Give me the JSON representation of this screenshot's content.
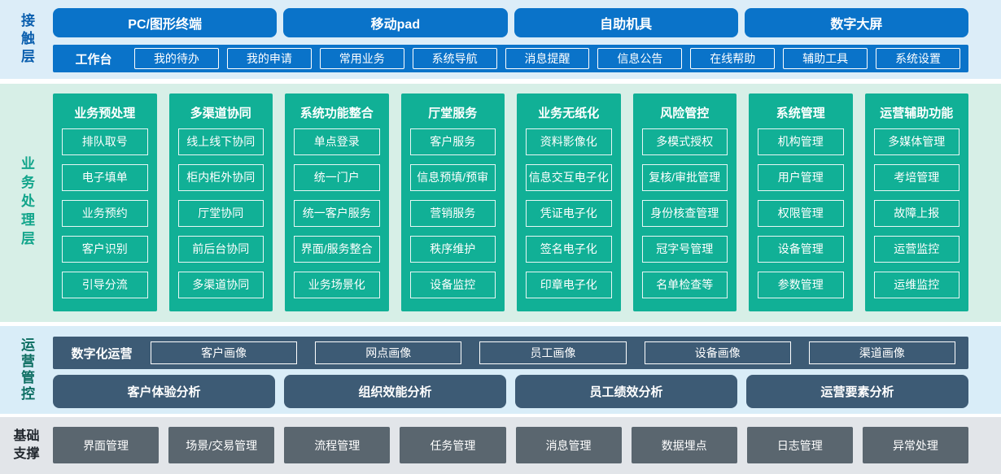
{
  "contact": {
    "label": "接触层",
    "devices": [
      "PC/图形终端",
      "移动pad",
      "自助机具",
      "数字大屏"
    ],
    "workbench": {
      "label": "工作台",
      "items": [
        "我的待办",
        "我的申请",
        "常用业务",
        "系统导航",
        "消息提醒",
        "信息公告",
        "在线帮助",
        "辅助工具",
        "系统设置"
      ]
    }
  },
  "business": {
    "label": "业务处理层",
    "columns": [
      {
        "title": "业务预处理",
        "items": [
          "排队取号",
          "电子填单",
          "业务预约",
          "客户识别",
          "引导分流"
        ]
      },
      {
        "title": "多渠道协同",
        "items": [
          "线上线下协同",
          "柜内柜外协同",
          "厅堂协同",
          "前后台协同",
          "多渠道协同"
        ]
      },
      {
        "title": "系统功能整合",
        "items": [
          "单点登录",
          "统一门户",
          "统一客户服务",
          "界面/服务整合",
          "业务场景化"
        ]
      },
      {
        "title": "厅堂服务",
        "items": [
          "客户服务",
          "信息预填/预审",
          "营销服务",
          "秩序维护",
          "设备监控"
        ]
      },
      {
        "title": "业务无纸化",
        "items": [
          "资料影像化",
          "信息交互电子化",
          "凭证电子化",
          "签名电子化",
          "印章电子化"
        ]
      },
      {
        "title": "风险管控",
        "items": [
          "多模式授权",
          "复核/审批管理",
          "身份核查管理",
          "冠字号管理",
          "名单检查等"
        ]
      },
      {
        "title": "系统管理",
        "items": [
          "机构管理",
          "用户管理",
          "权限管理",
          "设备管理",
          "参数管理"
        ]
      },
      {
        "title": "运营辅助功能",
        "items": [
          "多媒体管理",
          "考培管理",
          "故障上报",
          "运营监控",
          "运维监控"
        ]
      }
    ]
  },
  "operations": {
    "label": "运营管控",
    "digital_ops": {
      "label": "数字化运营",
      "items": [
        "客户画像",
        "网点画像",
        "员工画像",
        "设备画像",
        "渠道画像"
      ]
    },
    "analysis": [
      "客户体验分析",
      "组织效能分析",
      "员工绩效分析",
      "运营要素分析"
    ]
  },
  "foundation": {
    "label": "基础支撑",
    "items": [
      "界面管理",
      "场景/交易管理",
      "流程管理",
      "任务管理",
      "消息管理",
      "数据埋点",
      "日志管理",
      "异常处理"
    ]
  },
  "colors": {
    "blue": "#0a73c9",
    "contact_band_bg": "#dcedf8",
    "contact_label": "#0b5fae",
    "green": "#11b096",
    "business_band_bg": "#d7efe7",
    "business_label": "#12a58b",
    "slate": "#3d5b75",
    "operations_band_bg": "#d9edf8",
    "operations_label": "#0d6e62",
    "gray": "#5a666f",
    "foundation_band_bg": "#e2e5e9",
    "foundation_label": "#20262d"
  }
}
